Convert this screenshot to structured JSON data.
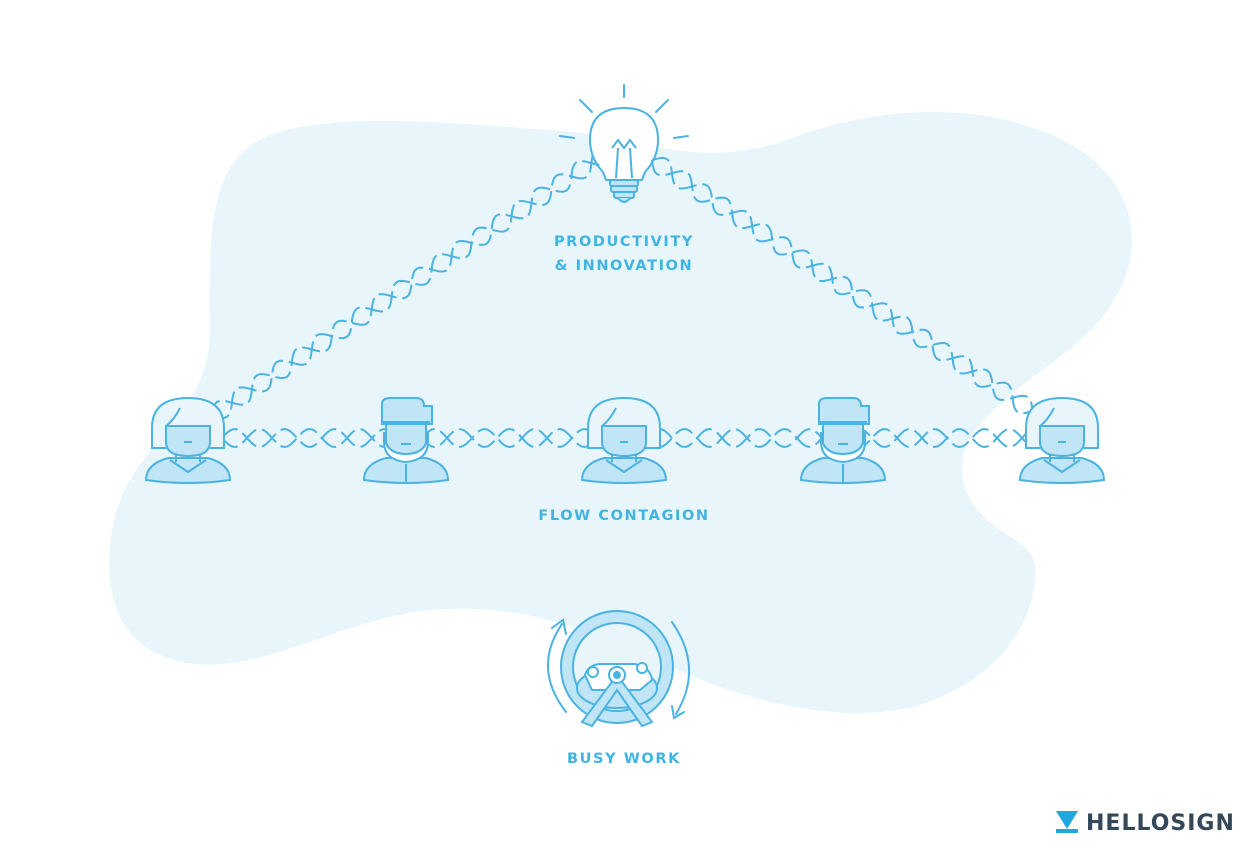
{
  "labels": {
    "productivity_line1": "PRODUCTIVITY",
    "productivity_line2": "& INNOVATION",
    "flow": "FLOW CONTAGION",
    "busy": "BUSY WORK"
  },
  "logo": {
    "text": "HELLOSIGN",
    "icon": "hellosign-check-icon"
  },
  "people": [
    "woman",
    "bearded-man",
    "woman",
    "bearded-man",
    "woman"
  ],
  "colors": {
    "stroke": "#4bb3e1",
    "fill": "#bfe5f6",
    "blob": "#e8f6fc",
    "text": "#3fb4e3",
    "logo_text": "#35485a",
    "logo_icon": "#1fa7e0"
  }
}
